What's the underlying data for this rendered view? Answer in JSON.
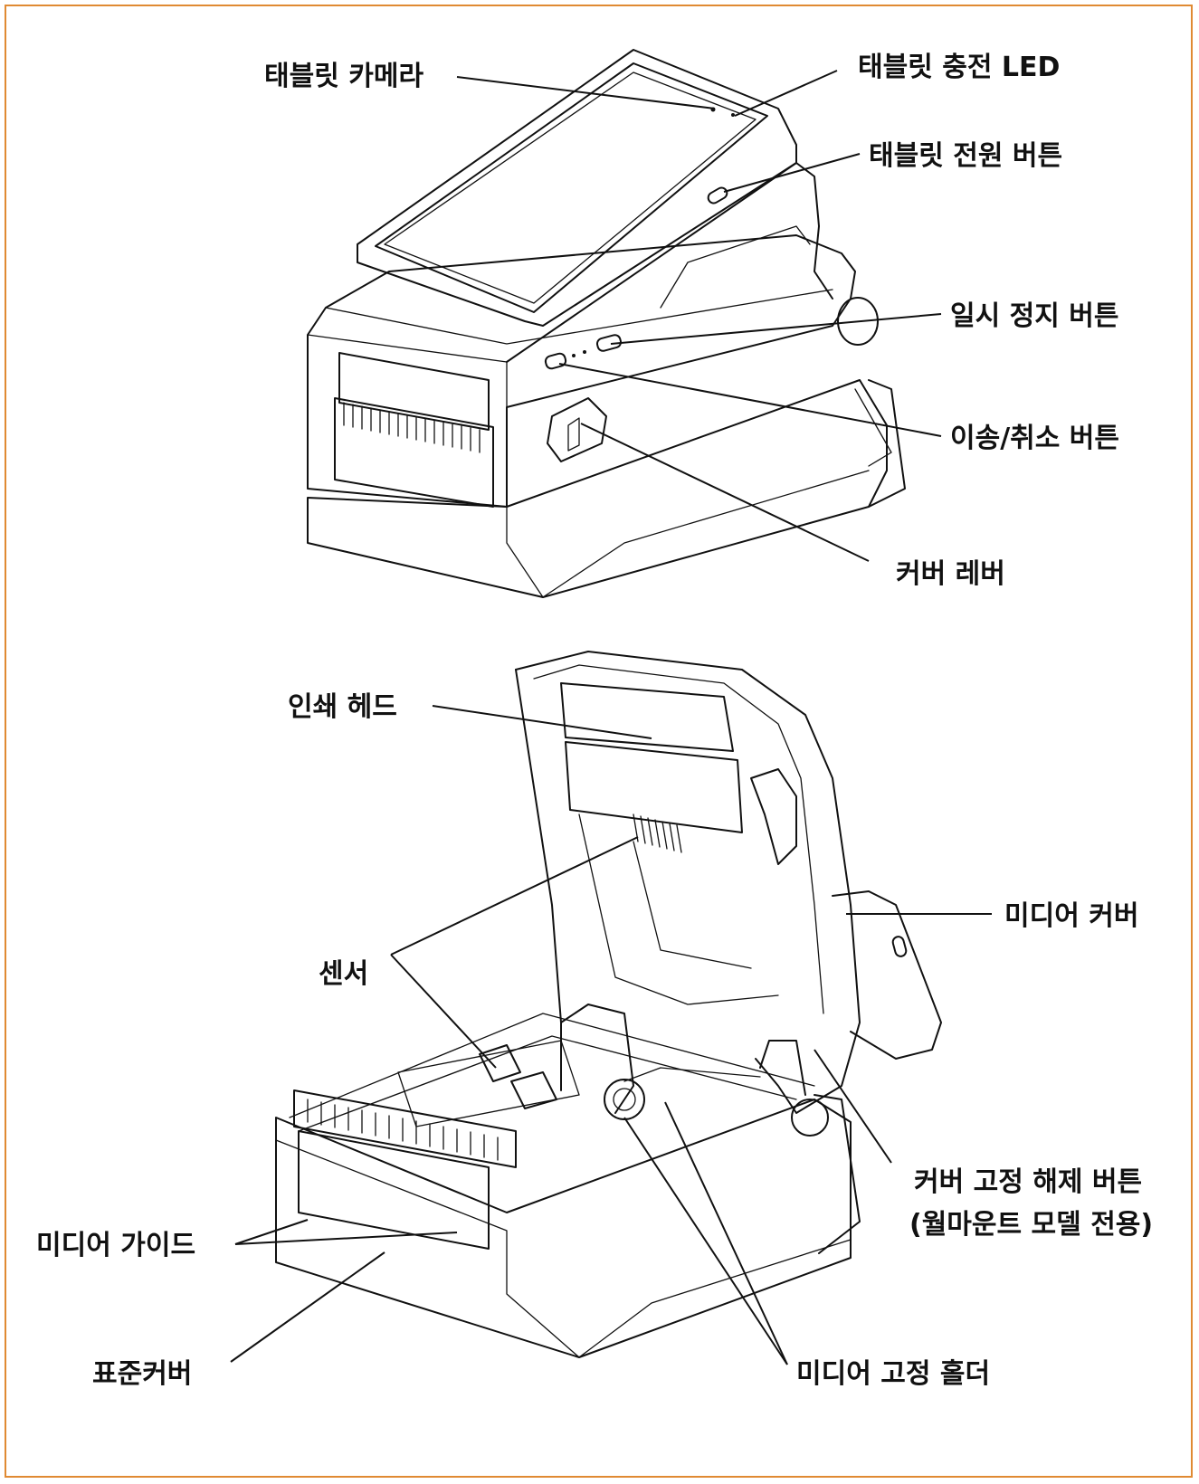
{
  "frame_color": "#e08a33",
  "closed_printer": {
    "tablet_camera": "태블릿 카메라",
    "tablet_charging_led": "태블릿 충전 LED",
    "tablet_power_button": "태블릿 전원 버튼",
    "pause_button": "일시 정지 버튼",
    "feed_cancel_button": "이송/취소 버튼",
    "cover_lever": "커버 레버"
  },
  "open_printer": {
    "print_head": "인쇄 헤드",
    "media_cover": "미디어 커버",
    "sensor": "센서",
    "cover_release_button_line1": "커버 고정 해제 버튼",
    "cover_release_button_line2": "(월마운트 모델 전용)",
    "media_guide": "미디어 가이드",
    "standard_cover": "표준커버",
    "media_holder": "미디어 고정 홀더"
  }
}
